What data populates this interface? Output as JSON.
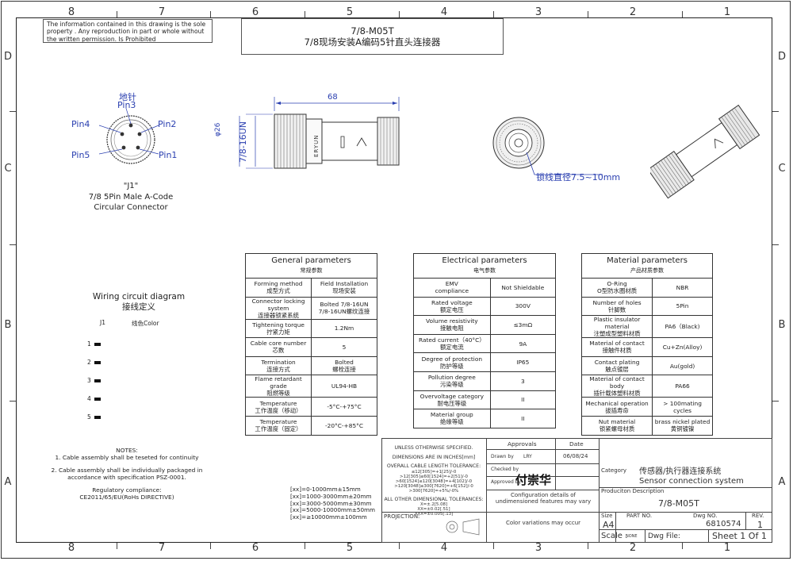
{
  "frame": {
    "cols_top": [
      "8",
      "7",
      "6",
      "5",
      "4",
      "3",
      "2",
      "1"
    ],
    "rows": [
      "D",
      "C",
      "B",
      "A"
    ]
  },
  "notice": "The information contained in this drawing is the sole property . Any reproduction in part or whole without the written permission. Is Prohibited",
  "title": {
    "model": "7/8-M05T",
    "desc": "7/8现场安装A编码5针直头连接器"
  },
  "pinout": {
    "ground_label": "地针",
    "pin3": "Pin3",
    "pin4": "Pin4",
    "pin2": "Pin2",
    "pin5": "Pin5",
    "pin1": "Pin1",
    "j_label": "\"J1\"",
    "caption_line1": "7/8 5Pin Male A-Code",
    "caption_line2": "Circular Connector"
  },
  "drawing": {
    "dim_length": "68",
    "dim_dia": "φ26",
    "thread_label": "7/8-16UN",
    "brand_mark": "ERYUN",
    "cable_dia_note": "锁线直径7.5~10mm"
  },
  "general_params": {
    "title_en": "General parameters",
    "title_cn": "常规参数",
    "rows": [
      {
        "k_en": "Forming method",
        "k_cn": "成型方式",
        "v_en": "Field Installation",
        "v_cn": "现场安装"
      },
      {
        "k_en": "Connector locking system",
        "k_cn": "连接器锁紧系统",
        "v_en": "Bolted 7/8-16UN",
        "v_cn": "7/8-16UN螺纹连接"
      },
      {
        "k_en": "Tightening torque",
        "k_cn": "拧紧力矩",
        "v_en": "1.2Nm",
        "v_cn": ""
      },
      {
        "k_en": "Cable core number",
        "k_cn": "芯数",
        "v_en": "5",
        "v_cn": ""
      },
      {
        "k_en": "Termination",
        "k_cn": "连接方式",
        "v_en": "Bolted",
        "v_cn": "螺栓连接"
      },
      {
        "k_en": "Flame retardant grade",
        "k_cn": "阻燃等级",
        "v_en": "UL94-HB",
        "v_cn": ""
      },
      {
        "k_en": "Temperature",
        "k_cn": "工作温度（移动）",
        "v_en": "-5°C-+75°C",
        "v_cn": ""
      },
      {
        "k_en": "Temperature",
        "k_cn": "工作温度（固定）",
        "v_en": "-20°C-+85°C",
        "v_cn": ""
      }
    ]
  },
  "electrical_params": {
    "title_en": "Electrical parameters",
    "title_cn": "电气参数",
    "rows": [
      {
        "k_en": "EMV",
        "k_cn": "compliance",
        "v_en": "Not Shieldable"
      },
      {
        "k_en": "Rated voltage",
        "k_cn": "额定电压",
        "v_en": "300V"
      },
      {
        "k_en": "Volume resistivity",
        "k_cn": "接触电阻",
        "v_en": "≤3mΩ"
      },
      {
        "k_en": "Rated current（40°C）",
        "k_cn": "额定电流",
        "v_en": "9A"
      },
      {
        "k_en": "Degree of protection",
        "k_cn": "防护等级",
        "v_en": "IP65"
      },
      {
        "k_en": "Pollution degree",
        "k_cn": "污染等级",
        "v_en": "3"
      },
      {
        "k_en": "Overvoltage category",
        "k_cn": "耐电压等级",
        "v_en": "II"
      },
      {
        "k_en": "Material group",
        "k_cn": "绝缘等级",
        "v_en": "II"
      }
    ]
  },
  "material_params": {
    "title_en": "Material parameters",
    "title_cn": "产品材质参数",
    "rows": [
      {
        "k_en": "O-Ring",
        "k_cn": "O型防水圈材质",
        "v_en": "NBR"
      },
      {
        "k_en": "Number of holes",
        "k_cn": "针脚数",
        "v_en": "5Pin"
      },
      {
        "k_en": "Plastic insulator material",
        "k_cn": "注塑成型塑料材质",
        "v_en": "PA6（Black)"
      },
      {
        "k_en": "Material of contact",
        "k_cn": "接触件材质",
        "v_en": "Cu+Zn(Alloy)"
      },
      {
        "k_en": "Contact plating",
        "k_cn": "触点镀层",
        "v_en": "Au(gold)"
      },
      {
        "k_en": "Material of contact body",
        "k_cn": "插针载体塑料材质",
        "v_en": "PA66"
      },
      {
        "k_en": "Mechanical operation",
        "k_cn": "拔插寿命",
        "v_en": "> 100mating cycles"
      },
      {
        "k_en": "Nut material",
        "k_cn": "锁紧螺母材质",
        "v_en": "brass nickel plated",
        "v_cn": "黄铜镀镍"
      }
    ]
  },
  "wiring": {
    "title_en": "Wiring circuit diagram",
    "title_cn": "接线定义",
    "col1": "J1",
    "col2": "线色Color",
    "rows": [
      "1",
      "2",
      "3",
      "4",
      "5"
    ]
  },
  "notes": {
    "heading": "NOTES:",
    "n1": "1. Cable assembly shall be teseted for continuity",
    "n2a": "2. Cable assembly shall be individually packaged in",
    "n2b": "accordance with  specification PSZ-0001.",
    "reg1": "Regulatory compliance:",
    "reg2": "CE2011/65/EU(RoHs DIRECTIVE)"
  },
  "tolerances": [
    "[xx]=0-1000mm±15mm",
    "[xx]=1000-3000mm±20mm",
    "[xx]=3000-5000mm±30mm",
    "[xx]=5000-10000mm±50mm",
    "[xx]=≥10000mm±100mm"
  ],
  "title_block": {
    "unless": "UNLESS OTHERWISE SPECIFIED.",
    "dims_in": "DIMENSIONS ARE IN INCHES[mm]",
    "overall": "OVERALL CABLE LENGTH TOLERANCE:",
    "tol_lines": [
      "≤12[305]=+1[25]/-0",
      ">12[305]≤60[1524]=+2[51]/-0",
      ">60[1524]≤120[3048]=+4[102]/-0",
      ">120[3048]≤300[7620]=+6[152]/-0",
      ">300[7620]=+5%/-0%"
    ],
    "other_dims": "ALL OTHER DIMENSIONAL TOLERANCES:",
    "other_lines": [
      "X=±.2[5.08]",
      "XX=±0.02[.51]",
      "XXX=±0.005[.13]"
    ],
    "projection": "PROJECTION:",
    "approvals": "Approvals",
    "date": "Date",
    "drawn_by": "Drawn by",
    "drawn_name": "LRY",
    "drawn_date": "06/08/24",
    "checked_by": "Checked by",
    "approved_by": "Approved by",
    "signature": "付崇华",
    "config_note": "Configuration details of undimensioned features may vary",
    "color_note": "Color variations may occur",
    "category_label": "Category",
    "category_cn": "传感器/执行器连接系统",
    "category_en": "Sensor connection system",
    "prod_desc_label": "Produciton Description",
    "prod_desc": "7/8-M05T",
    "size_label": "Size",
    "size": "A4",
    "part_no_label": "PART NO.",
    "dwg_no_label": "Dwg NO.",
    "dwg_no": "6810574",
    "rev_label": "REV.",
    "rev": "1",
    "scale_label": "Scale :",
    "scale": "NONE",
    "dwg_file_label": "Dwg File:",
    "sheet": "Sheet 1 Of 1"
  }
}
